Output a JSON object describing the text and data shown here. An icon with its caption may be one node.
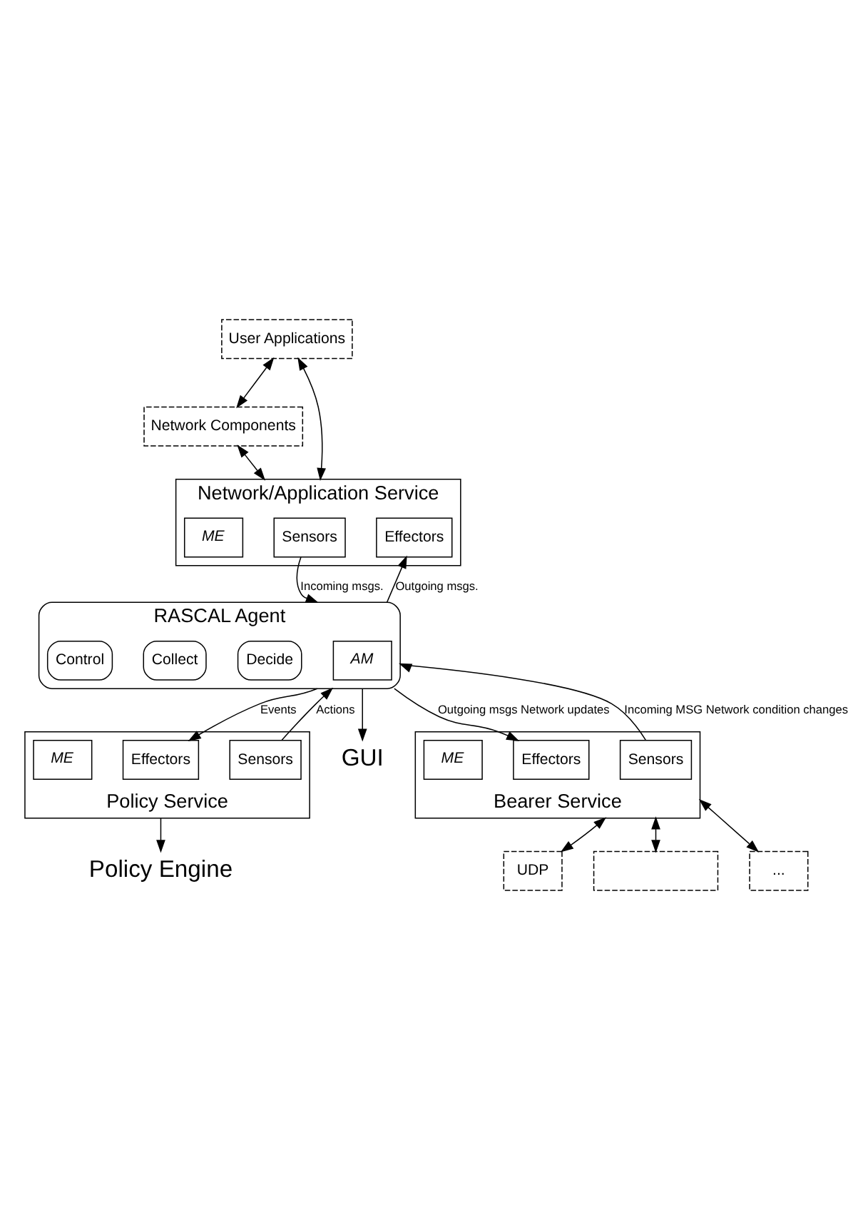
{
  "diagram": {
    "nodes": [
      {
        "text": [
          "User Applications"
        ]
      },
      {
        "text": [
          "Network Components"
        ]
      },
      {
        "text": [
          "Network/Application Service"
        ]
      },
      {
        "text": [
          "Sensors"
        ],
        "in": 2
      },
      {
        "text": [
          "Effectors"
        ],
        "in": 2
      },
      {
        "text": [
          "ME"
        ],
        "in": 2
      },
      {
        "text": [
          "RASCAL Agent"
        ]
      },
      {
        "text": [
          "AM"
        ],
        "in": 6
      },
      {
        "text": [
          "Decide"
        ],
        "in": 6
      },
      {
        "text": [
          "Collect"
        ],
        "in": 6
      },
      {
        "text": [
          "Control"
        ],
        "in": 6
      },
      {
        "text": [
          "Policy Service"
        ]
      },
      {
        "text": [
          "Effectors"
        ],
        "in": 11
      },
      {
        "text": [
          "Sensors"
        ],
        "in": 11
      },
      {
        "text": [
          "ME"
        ],
        "in": 11
      },
      {
        "text": [
          "Policy Engine"
        ]
      },
      {
        "text": [
          "GUI"
        ]
      },
      {
        "text": [
          "Bearer Service"
        ]
      },
      {
        "text": [
          "Sensors"
        ],
        "in": 17
      },
      {
        "text": [
          "Effectors"
        ],
        "in": 17
      },
      {
        "text": [
          "ME"
        ],
        "in": 17
      },
      {
        "text": [
          "UDP"
        ]
      },
      {
        "text": [],
        "shape": "box"
      },
      {
        "text": [
          "..."
        ]
      }
    ],
    "edges": [
      {
        "from": 0,
        "to": 1,
        "arrow": "both"
      },
      {
        "from": 0,
        "to": 2,
        "arrow": "both"
      },
      {
        "from": 1,
        "to": 2,
        "arrow": "both"
      },
      {
        "from": 3,
        "to": 6,
        "arrow": "to",
        "label": "Incoming msgs."
      },
      {
        "from": 6,
        "to": 4,
        "arrow": "to",
        "label": "Outgoing msgs."
      },
      {
        "from": 6,
        "to": 12,
        "arrow": "to",
        "label": "Events"
      },
      {
        "from": 13,
        "to": 6,
        "arrow": "to",
        "label": "Actions"
      },
      {
        "from": 6,
        "to": 16,
        "arrow": "to"
      },
      {
        "from": 11,
        "to": 15,
        "arrow": "to"
      },
      {
        "from": 18,
        "to": 6,
        "arrow": "to",
        "label": "Incoming MSG Network condition changes"
      },
      {
        "from": 6,
        "to": 19,
        "arrow": "to",
        "label": "Outgoing msgs Network updates"
      },
      {
        "from": 17,
        "to": 21,
        "arrow": "both"
      },
      {
        "from": 17,
        "to": 22,
        "arrow": "both"
      },
      {
        "from": 17,
        "to": 23,
        "arrow": "both"
      }
    ]
  }
}
